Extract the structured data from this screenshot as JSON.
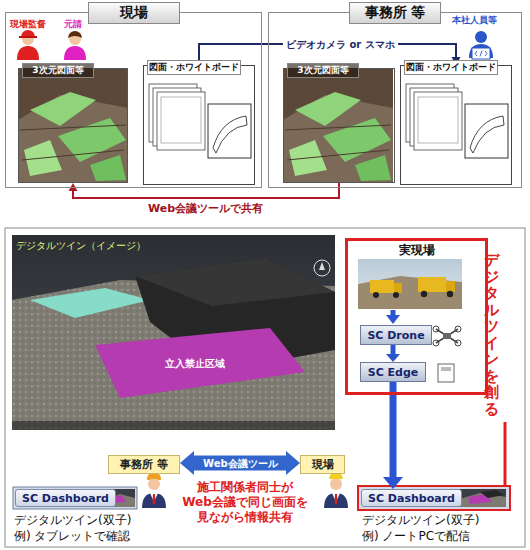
{
  "diagram": {
    "nodes": [
      {
        "text": [
          "現場"
        ]
      },
      {
        "text": [
          "3次元図面等"
        ],
        "in": 0
      },
      {
        "text": [
          "図面・ホワイトボード"
        ],
        "in": 0
      },
      {
        "text": [
          "事務所 等"
        ]
      },
      {
        "text": [
          "3次元図面等"
        ],
        "in": 3
      },
      {
        "text": [
          "図面・ホワイトボード"
        ],
        "in": 3
      },
      {
        "text": [
          "実現場"
        ]
      },
      {
        "text": [
          "SC Drone"
        ],
        "in": 6
      },
      {
        "text": [
          "SC Edge"
        ],
        "in": 6
      },
      {
        "text": [
          "事務所 等"
        ]
      },
      {
        "text": [
          "SC Dashboard"
        ]
      },
      {
        "text": [
          "現場"
        ]
      },
      {
        "text": [
          "SC Dashboard"
        ]
      }
    ],
    "edges": [
      {
        "from": 2,
        "to": 5,
        "label": "ビデオカメラ or スマホ",
        "arrow": "to"
      },
      {
        "from": 4,
        "to": 1,
        "label": "Web会議ツールで共有",
        "arrow": "to"
      },
      {
        "from": 7,
        "to": 8,
        "arrow": "to"
      },
      {
        "from": 8,
        "to": 12,
        "arrow": "to"
      },
      {
        "from": 9,
        "to": 11,
        "label": "Web会議ツール",
        "arrow": "both"
      }
    ],
    "labels": [
      "現場監督",
      "元請",
      "本社人員等",
      "デジタルツイン（イメージ）",
      "立入禁止区域",
      "デジタルツインを創る",
      "施工関係者同士が Web会議で同じ画面を 見ながら情報共有",
      "デジタルツイン(双子)",
      "例) タブレットで確認",
      "デジタルツイン(双子)",
      "例) ノートPCで配信"
    ]
  }
}
